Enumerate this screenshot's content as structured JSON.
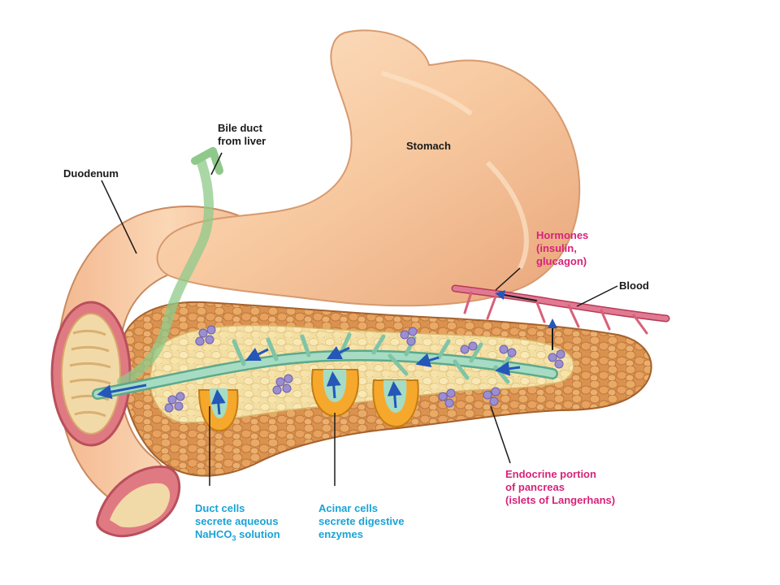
{
  "labels": {
    "bile_duct": [
      "Bile duct",
      "from liver"
    ],
    "stomach": "Stomach",
    "duodenum": "Duodenum",
    "hormones": [
      "Hormones",
      "(insulin,",
      "glucagon)"
    ],
    "blood": "Blood",
    "endocrine": [
      "Endocrine portion",
      "of pancreas",
      "(islets of Langerhans)"
    ],
    "duct_cells": [
      "Duct cells",
      "secrete aqueous",
      "NaHCO",
      "3",
      " solution"
    ],
    "acinar_cells": [
      "Acinar cells",
      "secrete digestive",
      "enzymes"
    ]
  },
  "colors": {
    "stomach": "#f7c9a0",
    "pancreas": "#e3a66c",
    "duct": "#8fd0b4",
    "blood_vessel": "#d8607a",
    "islet": "#9b8fd0",
    "pink_label": "#d6237a",
    "cyan_label": "#19a3d6"
  }
}
